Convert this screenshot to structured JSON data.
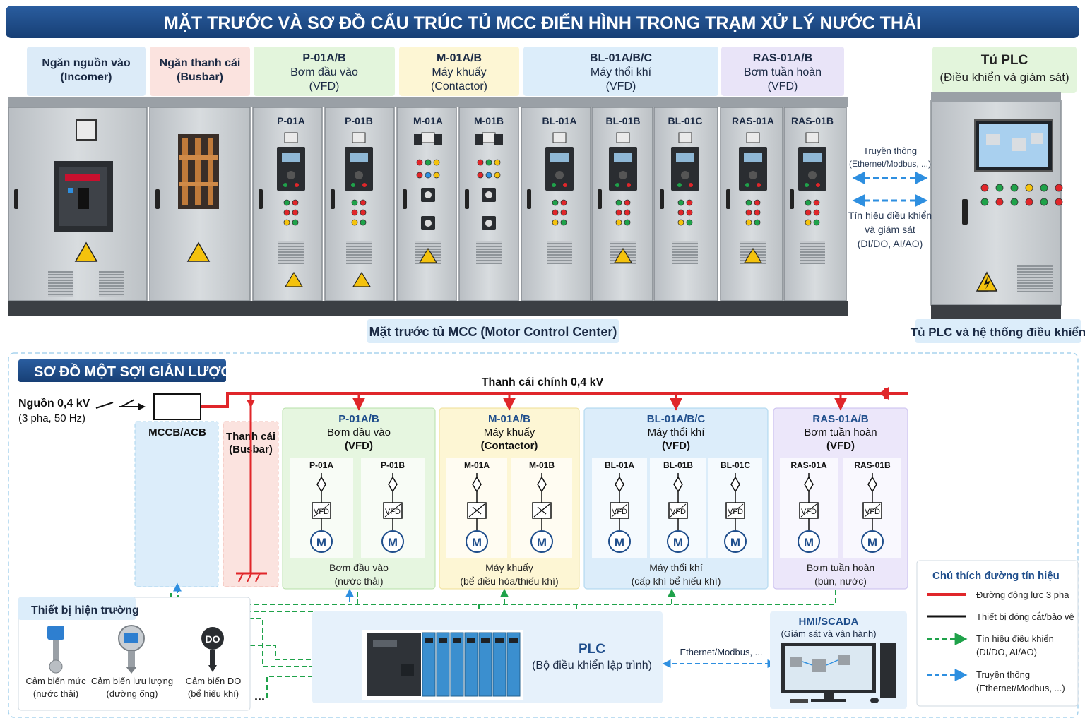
{
  "title": "MẶT TRƯỚC VÀ SƠ ĐỒ CẤU TRÚC TỦ MCC ĐIỂN HÌNH TRONG TRẠM XỬ LÝ NƯỚC THẢI",
  "colors": {
    "navy": "#1f4e8c",
    "power_red": "#e0262a",
    "signal_green": "#1fa24a",
    "comm_blue": "#2e8fe0"
  },
  "sections": [
    {
      "lines": [
        "Ngăn nguồn vào",
        "(Incomer)"
      ],
      "color": "#dcebf8"
    },
    {
      "lines": [
        "Ngăn thanh cái",
        "(Busbar)"
      ],
      "color": "#fbe3df"
    },
    {
      "lines": [
        "P-01A/B",
        "Bơm đầu vào",
        "(VFD)"
      ],
      "color": "#e3f5dc"
    },
    {
      "lines": [
        "M-01A/B",
        "Máy khuấy",
        "(Contactor)"
      ],
      "color": "#fdf6d4"
    },
    {
      "lines": [
        "BL-01A/B/C",
        "Máy thổi khí",
        "(VFD)"
      ],
      "color": "#dcedfa"
    },
    {
      "lines": [
        "RAS-01A/B",
        "Bơm tuần hoàn",
        "(VFD)"
      ],
      "color": "#e9e4f8"
    }
  ],
  "plc_header": {
    "title": "Tủ PLC",
    "subtitle": "(Điều khiển và giám sát)"
  },
  "cabinet_labels": [
    "P-01A",
    "P-01B",
    "M-01A",
    "M-01B",
    "BL-01A",
    "BL-01B",
    "BL-01C",
    "RAS-01A",
    "RAS-01B"
  ],
  "comm_label": [
    "Truyền thông",
    "(Ethernet/Modbus, ...)"
  ],
  "signal_label": [
    "Tín hiệu điều khiển",
    "và giám sát",
    "(DI/DO, AI/AO)"
  ],
  "mcc_caption": "Mặt trước tủ MCC (Motor Control Center)",
  "plc_caption": "Tủ PLC và hệ thống điều khiển",
  "sld": {
    "title": "SƠ ĐỒ MỘT SỢI GIẢN LƯỢC",
    "busbar_label": "Thanh cái chính 0,4 kV",
    "source": [
      "Nguồn 0,4 kV",
      "(3 pha, 50 Hz)"
    ],
    "mccb": "MCCB/ACB",
    "busbar_box": [
      "Thanh cái",
      "(Busbar)"
    ],
    "groups": [
      {
        "lines": [
          "P-01A/B",
          "Bơm đầu vào",
          "(VFD)"
        ],
        "feeders": [
          "P-01A",
          "P-01B"
        ],
        "device": "VFD",
        "footer": [
          "Bơm đầu vào",
          "(nước thải)"
        ]
      },
      {
        "lines": [
          "M-01A/B",
          "Máy khuấy",
          "(Contactor)"
        ],
        "feeders": [
          "M-01A",
          "M-01B"
        ],
        "device": "contactor",
        "footer": [
          "Máy khuấy",
          "(bể điều hòa/thiếu khí)"
        ]
      },
      {
        "lines": [
          "BL-01A/B/C",
          "Máy thổi khí",
          "(VFD)"
        ],
        "feeders": [
          "BL-01A",
          "BL-01B",
          "BL-01C"
        ],
        "device": "VFD",
        "footer": [
          "Máy thổi khí",
          "(cấp khí bể hiếu khí)"
        ]
      },
      {
        "lines": [
          "RAS-01A/B",
          "Bơm tuần hoàn",
          "(VFD)"
        ],
        "feeders": [
          "RAS-01A",
          "RAS-01B"
        ],
        "device": "VFD",
        "footer": [
          "Bơm tuần hoàn",
          "(bùn, nước)"
        ]
      }
    ],
    "vfd_text": "VFD",
    "motor_text": "M",
    "field": {
      "title": "Thiết bị hiện trường",
      "devices": [
        {
          "lines": [
            "Cảm biến mức",
            "(nước thải)"
          ],
          "icon": "level-sensor"
        },
        {
          "lines": [
            "Cảm biến lưu lượng",
            "(đường ống)"
          ],
          "icon": "flow-sensor"
        },
        {
          "lines": [
            "Cảm biến DO",
            "(bể hiếu khí)"
          ],
          "icon": "do-sensor",
          "badge": "DO"
        }
      ],
      "more": "..."
    },
    "plc": {
      "title": "PLC",
      "subtitle": "(Bộ điều khiển lập trình)"
    },
    "ethernet_label": "Ethernet/Modbus, ...",
    "hmi": {
      "title": "HMI/SCADA",
      "subtitle": "(Giám sát và vận hành)"
    },
    "legend": {
      "title": "Chú thích đường tín hiệu",
      "items": [
        {
          "lines": [
            "Đường động lực 3 pha"
          ],
          "style": "power"
        },
        {
          "lines": [
            "Thiết bị đóng cắt/bảo vệ"
          ],
          "style": "switch"
        },
        {
          "lines": [
            "Tín hiệu điều khiển",
            "(DI/DO, AI/AO)"
          ],
          "style": "signal"
        },
        {
          "lines": [
            "Truyền thông",
            "(Ethernet/Modbus, ...)"
          ],
          "style": "comm"
        }
      ]
    }
  }
}
